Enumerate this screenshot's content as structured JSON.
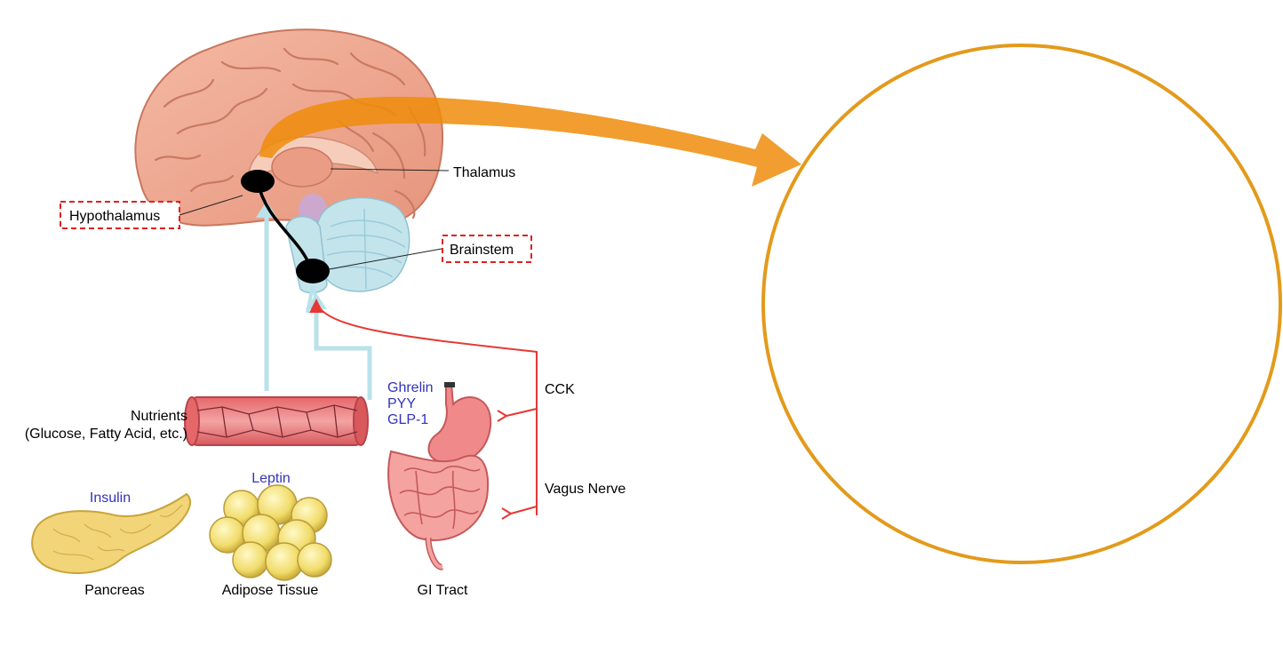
{
  "labels": {
    "thalamus": "Thalamus",
    "hypothalamus": "Hypothalamus",
    "brainstem": "Brainstem",
    "cck": "CCK",
    "vagus_nerve": "Vagus Nerve",
    "nutrients_line1": "Nutrients",
    "nutrients_line2": "(Glucose, Fatty Acid, etc.)",
    "insulin": "Insulin",
    "leptin": "Leptin",
    "ghrelin": "Ghrelin",
    "pyy": "PYY",
    "glp1": "GLP-1",
    "pancreas": "Pancreas",
    "adipose_tissue": "Adipose Tissue",
    "gi_tract": "GI Tract"
  },
  "icons": {
    "brain": "brain-icon",
    "blood_vessel": "blood-vessel-icon",
    "pancreas": "pancreas-icon",
    "adipose": "adipose-cells-icon",
    "stomach": "stomach-icon",
    "intestines": "intestines-icon"
  },
  "colors": {
    "hormone_text": "#3333bb",
    "label_text": "#000000",
    "highlight_box": "#e02020",
    "nerve_signal": "#e53935",
    "blood_signal": "#b9e2ea",
    "big_arrow": "#ef8c0a",
    "circle_stroke": "#e39a1b"
  }
}
